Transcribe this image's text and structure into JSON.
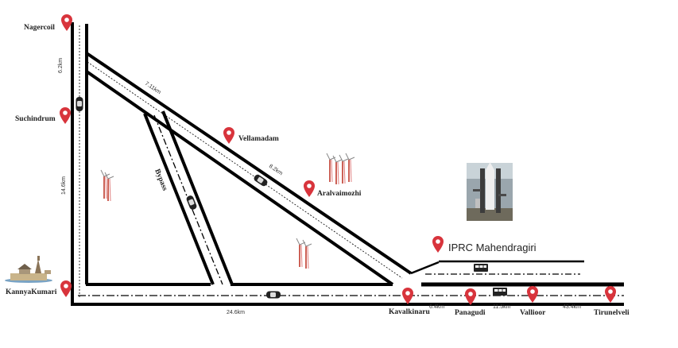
{
  "places": {
    "nagercoil": "Nagercoil",
    "suchindrum": "Suchindrum",
    "kannyakumari": "KannyaKumari",
    "vellamadam": "Vellamadam",
    "aralvaimozhi": "Aralvaimozhi",
    "iprc": "IPRC Mahendragiri",
    "kavalkinaru": "Kavalkinaru",
    "panagudi": "Panagudi",
    "vallioor": "Vallioor",
    "tirunelveli": "Tirunelveli"
  },
  "roads": {
    "bypass": "Bypass"
  },
  "distances": {
    "nagercoil_suchindrum": "6.2km",
    "suchindrum_kannyakumari": "14.6km",
    "nagercoil_diag": "7.11km",
    "vellamadam_aralvaimozhi": "8.2km",
    "kannyakumari_kavalkinaru": "24.6km",
    "kavalkinaru_panagudi": "6.4km",
    "panagudi_vallioor": "11.5km",
    "vallioor_tirunelveli": "43.4km"
  },
  "colors": {
    "road": "#000000",
    "pin": "#d8343c",
    "pin_dot": "#ffffff"
  },
  "icons": {
    "location": "map-pin-icon",
    "windmill": "wind-turbine-icon",
    "car": "car-icon",
    "bus": "bus-icon",
    "rocket": "rocket-launch-tower-icon",
    "temple": "temple-icon"
  }
}
